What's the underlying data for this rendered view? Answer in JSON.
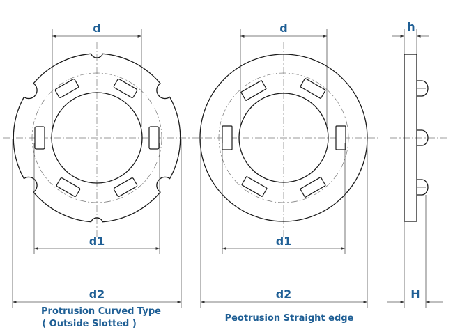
{
  "labels": {
    "left_d": "d",
    "left_d1": "d1",
    "left_d2": "d2",
    "mid_d": "d",
    "mid_d1": "d1",
    "mid_d2": "d2",
    "side_h": "h",
    "side_H": "H"
  },
  "captions": {
    "left_line1": "Protrusion Curved Type",
    "left_line2": "( Outside Slotted )",
    "middle": "Peotrusion Straight edge"
  },
  "colors": {
    "label": "#1f5f95",
    "line": "#1a1a1a"
  }
}
